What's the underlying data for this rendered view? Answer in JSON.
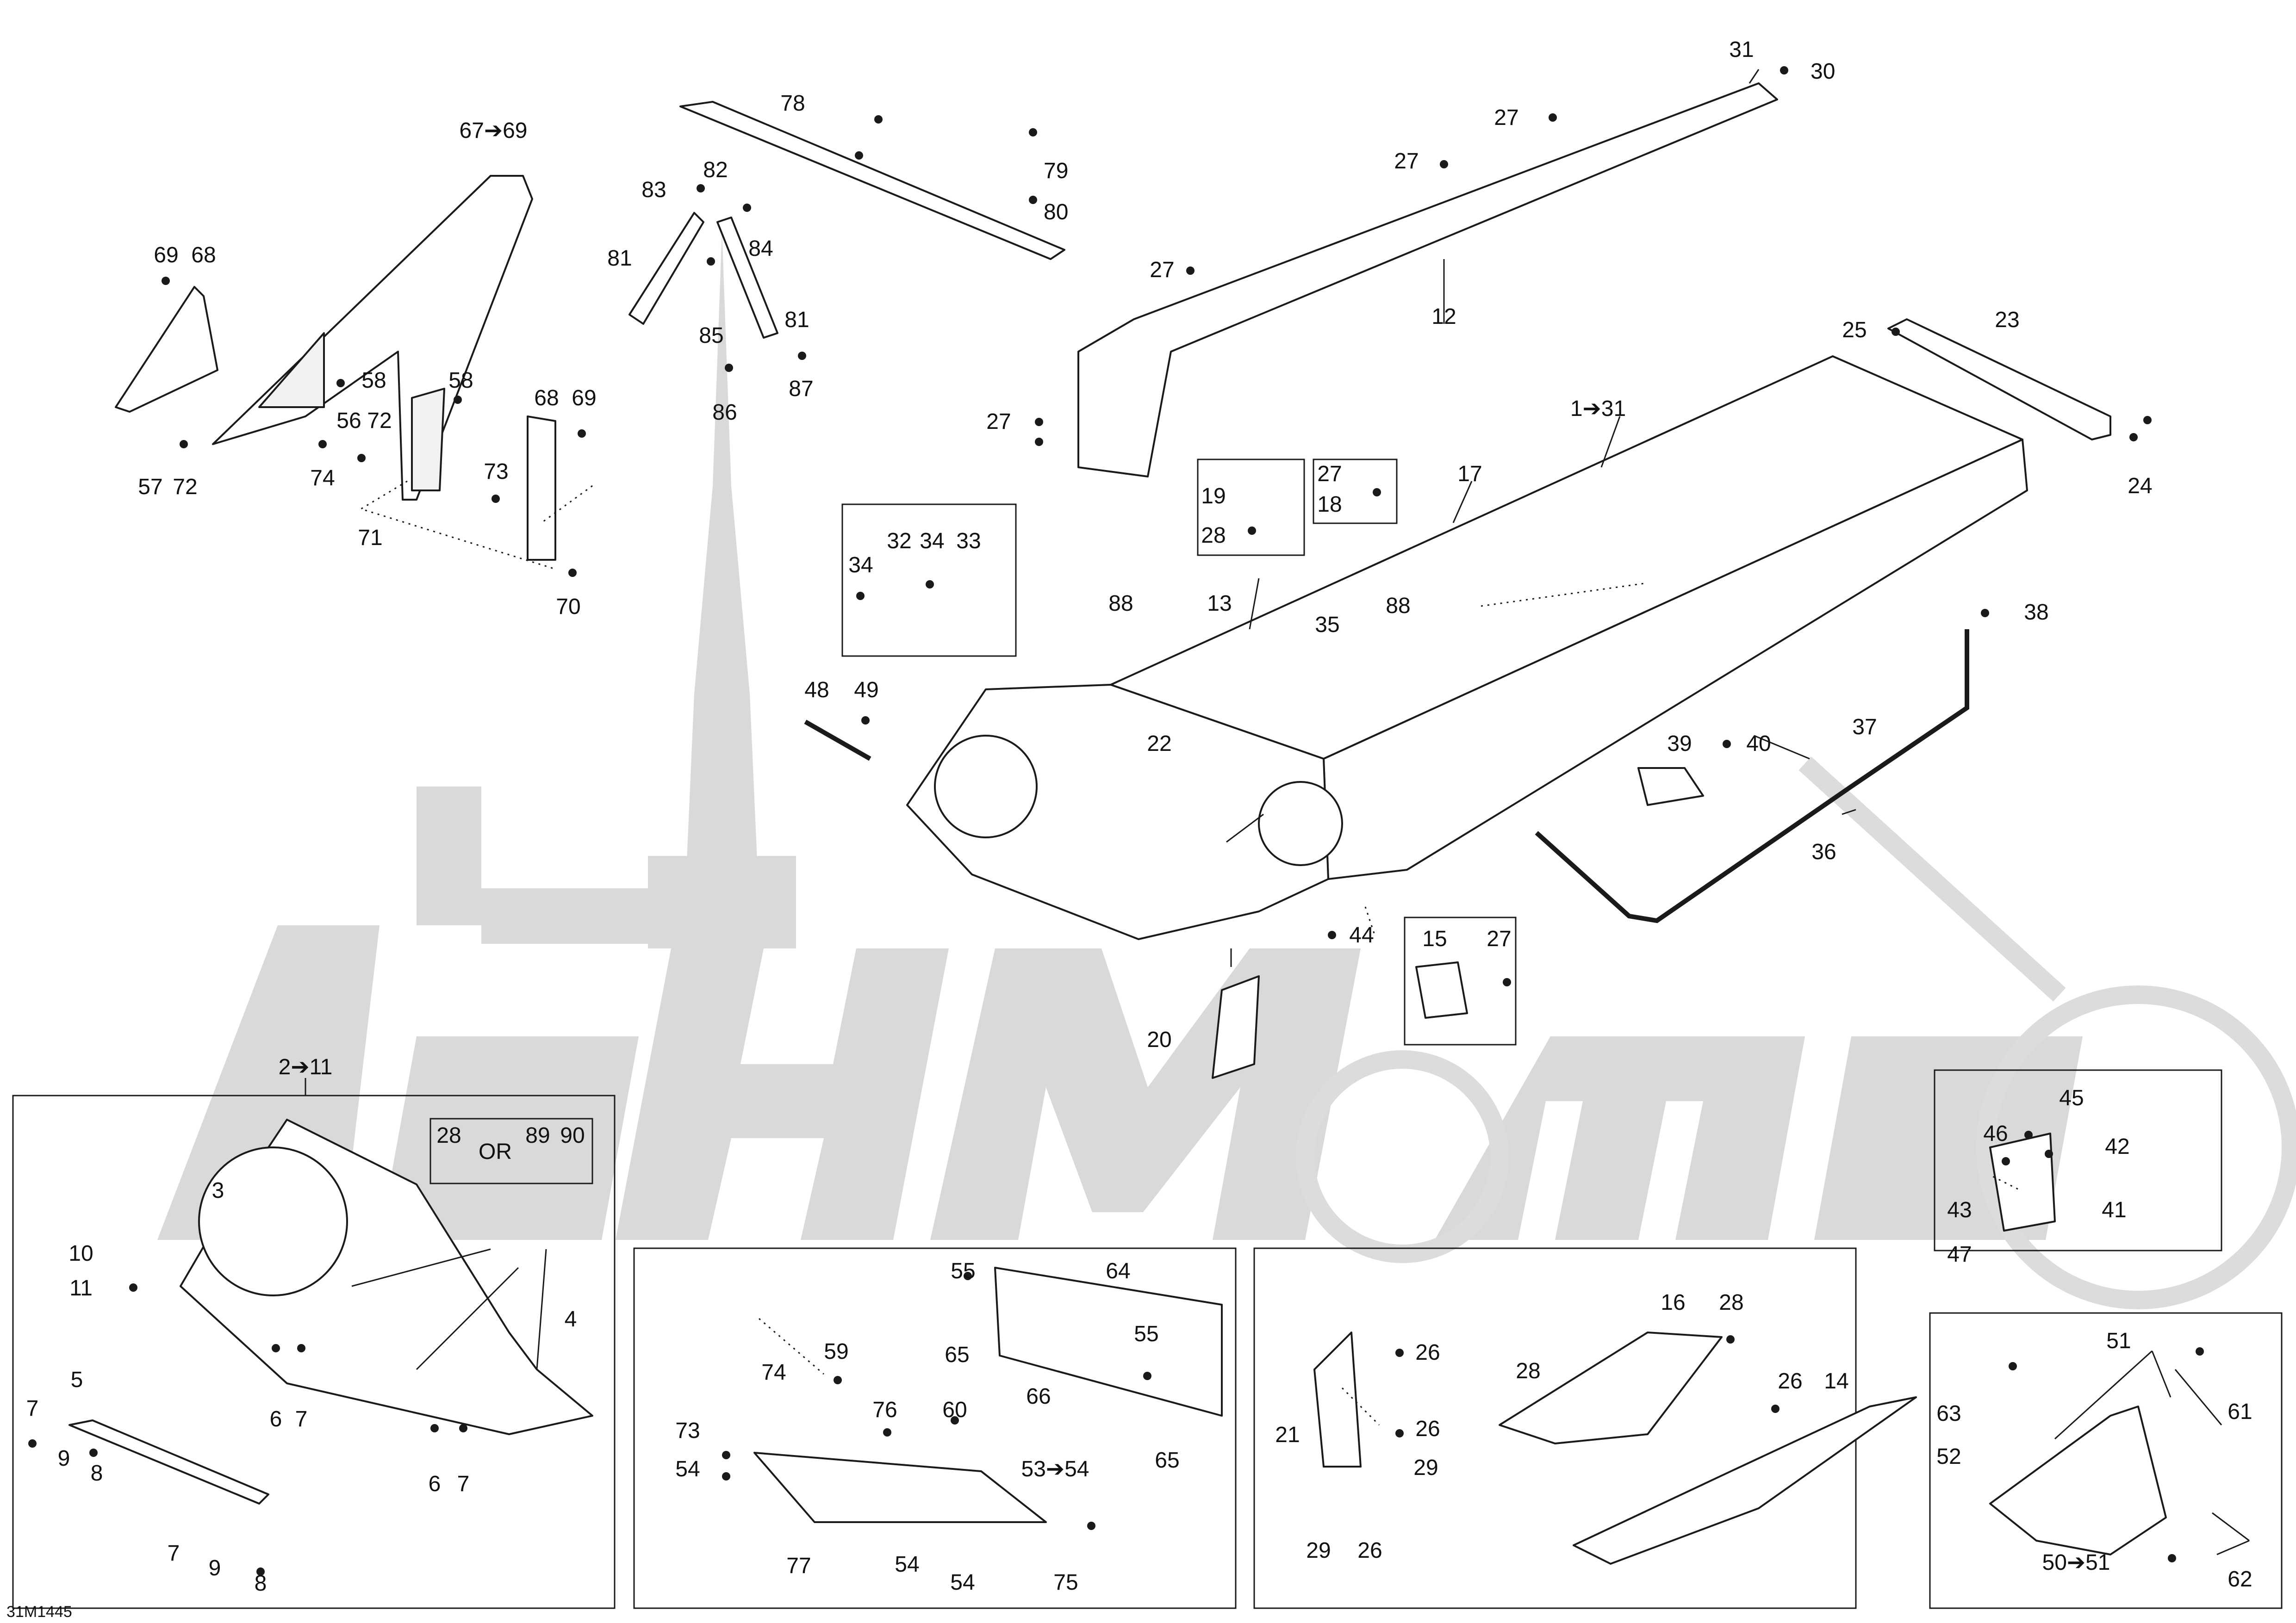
{
  "drawing_id": "31M1445",
  "callouts": [
    "31",
    "30",
    "78",
    "27",
    "27",
    "79",
    "80",
    "67➔69",
    "27",
    "12",
    "69",
    "68",
    "83",
    "82",
    "81",
    "84",
    "81",
    "85",
    "87",
    "86",
    "23",
    "25",
    "27",
    "58",
    "58",
    "56",
    "72",
    "1➔31",
    "57",
    "72",
    "74",
    "73",
    "71",
    "68",
    "69",
    "70",
    "24",
    "19",
    "28",
    "27",
    "18",
    "17",
    "32",
    "34",
    "33",
    "34",
    "88",
    "13",
    "35",
    "88",
    "38",
    "48",
    "49",
    "22",
    "39",
    "40",
    "37",
    "36",
    "44",
    "15",
    "27",
    "20",
    "2➔11",
    "28",
    "OR",
    "89",
    "90",
    "3",
    "10",
    "11",
    "4",
    "5",
    "7",
    "6",
    "7",
    "9",
    "8",
    "6",
    "7",
    "7",
    "9",
    "8",
    "55",
    "64",
    "65",
    "55",
    "66",
    "65",
    "74",
    "59",
    "76",
    "60",
    "73",
    "54",
    "53➔54",
    "77",
    "54",
    "54",
    "75",
    "16",
    "28",
    "26",
    "28",
    "21",
    "26",
    "26",
    "29",
    "14",
    "29",
    "26",
    "45",
    "46",
    "42",
    "43",
    "41",
    "47",
    "51",
    "63",
    "61",
    "52",
    "50➔51",
    "62"
  ]
}
